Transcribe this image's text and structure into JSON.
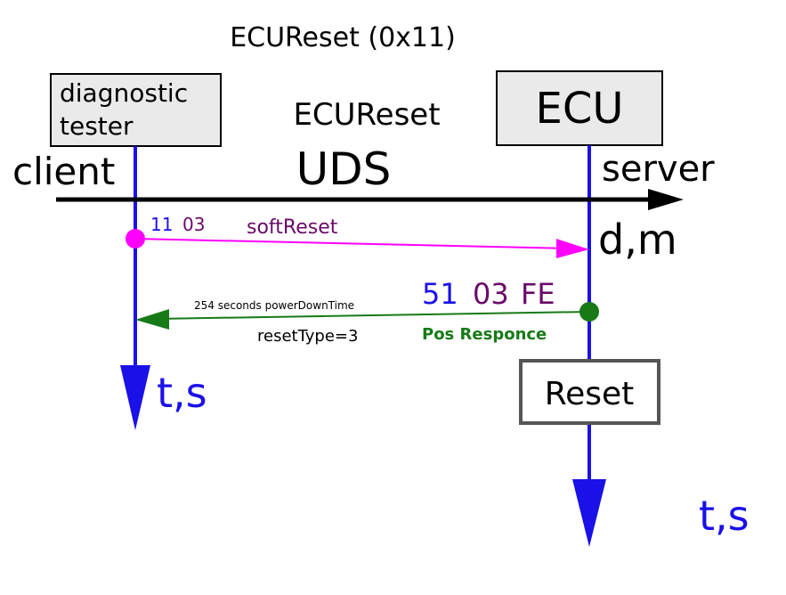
{
  "title": "ECUReset (0x11)",
  "subtitle": "ECUReset",
  "protocol": "UDS",
  "client": {
    "role_label": "client",
    "box_label_line1": "diagnostic",
    "box_label_line2": "tester",
    "time_label": "t,s"
  },
  "server": {
    "role_label": "server",
    "box_label": "ECU",
    "distance_label": "d,m",
    "time_label": "t,s",
    "reset_box_label": "Reset"
  },
  "request": {
    "bytes_hex_part1": "11",
    "bytes_hex_part2": "03",
    "name": "softReset"
  },
  "response": {
    "bytes_sid": "51",
    "bytes_type": "03",
    "bytes_time": "FE",
    "note": "254 seconds powerDownTime",
    "param": "resetType=3",
    "status": "Pos Responce"
  },
  "colors": {
    "lifeline": "#1a10e8",
    "request_arrow": "#ff00ff",
    "request_name": "#6a0a6a",
    "response_arrow": "#177a17",
    "response_status": "#177a17",
    "box_fill": "#eaeaea",
    "reset_border": "#555555",
    "axis": "#000000"
  }
}
